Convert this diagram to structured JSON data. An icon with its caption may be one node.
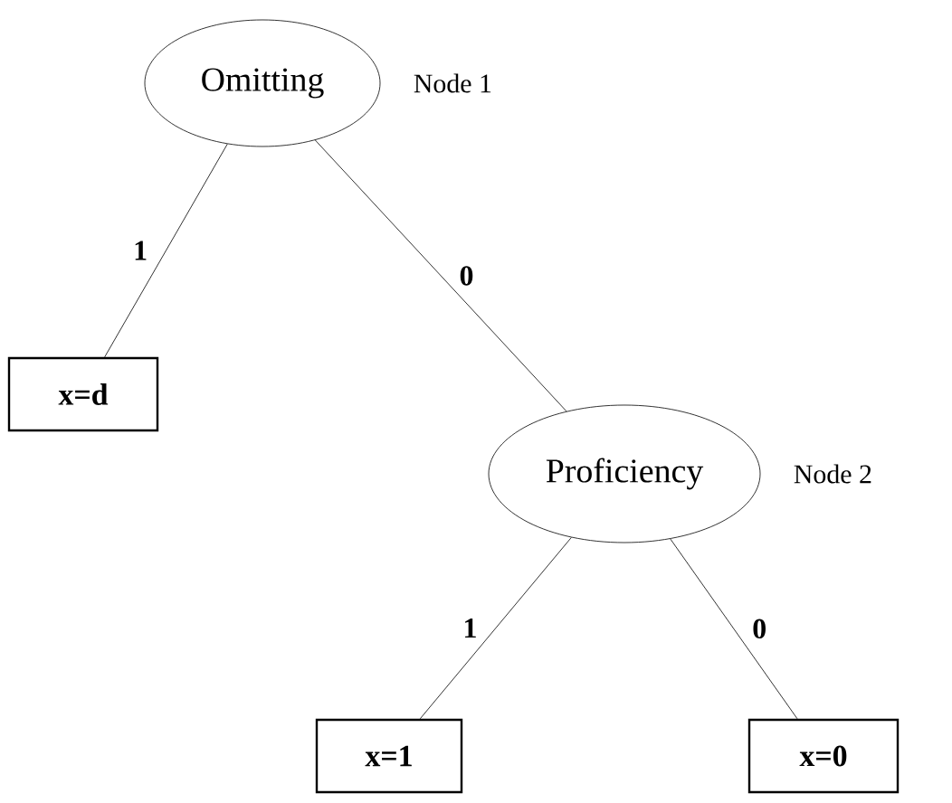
{
  "diagram": {
    "nodes": [
      {
        "text": [
          "Omitting"
        ],
        "beside": [
          "Node 1"
        ]
      },
      {
        "text": [
          "x=d"
        ]
      },
      {
        "text": [
          "Proficiency"
        ],
        "beside": [
          "Node 2"
        ]
      },
      {
        "text": [
          "x=1"
        ]
      },
      {
        "text": [
          "x=0"
        ]
      }
    ],
    "edges": [
      {
        "from": 0,
        "to": 1,
        "arrow": "none",
        "label": "1"
      },
      {
        "from": 0,
        "to": 2,
        "arrow": "none",
        "label": "0"
      },
      {
        "from": 2,
        "to": 3,
        "arrow": "none",
        "label": "1"
      },
      {
        "from": 2,
        "to": 4,
        "arrow": "none",
        "label": "0"
      }
    ]
  }
}
